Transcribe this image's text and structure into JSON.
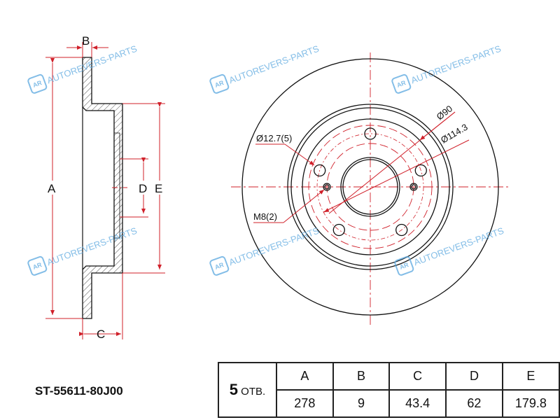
{
  "part_number": "ST-55611-80J00",
  "side_view_labels": {
    "A": "A",
    "B": "B",
    "C": "C",
    "D": "D",
    "E": "E"
  },
  "front_view_labels": {
    "bolt_hole": "Ø12.7(5)",
    "thread": "M8(2)",
    "center_bore": "Ø90",
    "pcd": "Ø114.3"
  },
  "table": {
    "holes_count": "5",
    "holes_label": "ОТВ.",
    "headers": [
      "A",
      "B",
      "C",
      "D",
      "E"
    ],
    "values": [
      "278",
      "9",
      "43.4",
      "62",
      "179.8"
    ]
  },
  "watermark": {
    "logo": "AR",
    "text": "AUTOREVERS-PARTS"
  },
  "colors": {
    "dimension": "#d0202a",
    "line": "#111111",
    "watermark": "#5aa8df"
  }
}
